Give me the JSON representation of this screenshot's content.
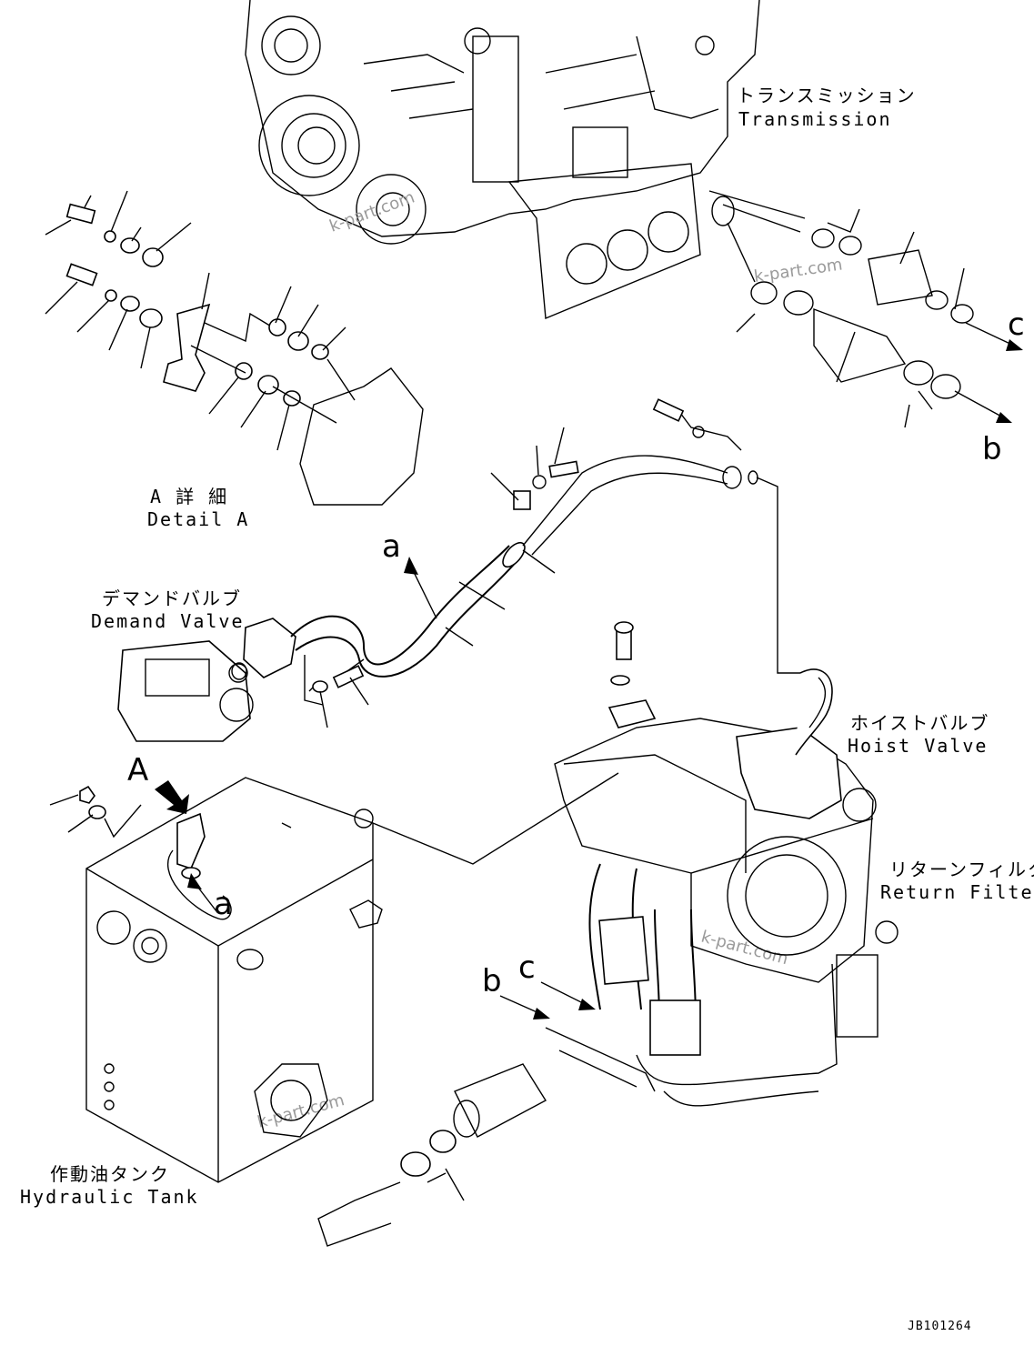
{
  "components": {
    "transmission": {
      "jp": "トランスミッション",
      "en": "Transmission"
    },
    "detail_a": {
      "jp": "A 詳 細",
      "en": "Detail A"
    },
    "demand_valve": {
      "jp": "デマンドバルブ",
      "en": "Demand Valve"
    },
    "hoist_valve": {
      "jp": "ホイストバルブ",
      "en": "Hoist Valve"
    },
    "return_filter": {
      "jp": "リターンフィルタ",
      "en": "Return Filter"
    },
    "hydraulic_tank": {
      "jp": "作動油タンク",
      "en": "Hydraulic Tank"
    }
  },
  "callouts": {
    "view_a": "A",
    "a_upper": "a",
    "a_lower": "a",
    "b_right": "b",
    "c_right": "c",
    "b_lower": "b",
    "c_lower": "c"
  },
  "watermark": "k-part.com",
  "document_number": "JB101264"
}
